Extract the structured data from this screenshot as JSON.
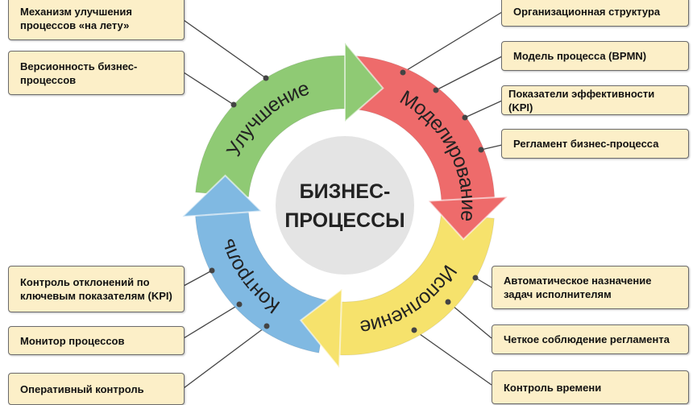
{
  "center": {
    "line1": "БИЗНЕС-",
    "line2": "ПРОЦЕССЫ"
  },
  "stages": [
    {
      "label": "Улучшение",
      "color": "#8fca74"
    },
    {
      "label": "Моделирование",
      "color": "#ee6b6b"
    },
    {
      "label": "Исполнение",
      "color": "#f6e26c"
    },
    {
      "label": "Контроль",
      "color": "#80b9e2"
    }
  ],
  "left_boxes": [
    "Механизм улучшения процессов «на лету»",
    "Версионность бизнес-процессов",
    "Контроль отклонений по ключевым показателям (KPI)",
    "Монитор процессов",
    "Оперативный контроль"
  ],
  "right_boxes": [
    "Организационная структура",
    "Модель процесса (BPMN)",
    "Показатели эффективности (KPI)",
    "Регламент бизнес-процесса",
    "Автоматическое назначение задач исполнителям",
    "Четкое соблюдение регламента",
    "Контроль времени"
  ],
  "colors": {
    "box_fill": "#fcefc8",
    "box_border": "#6b6b6b",
    "center_fill": "#e4e4e4"
  }
}
